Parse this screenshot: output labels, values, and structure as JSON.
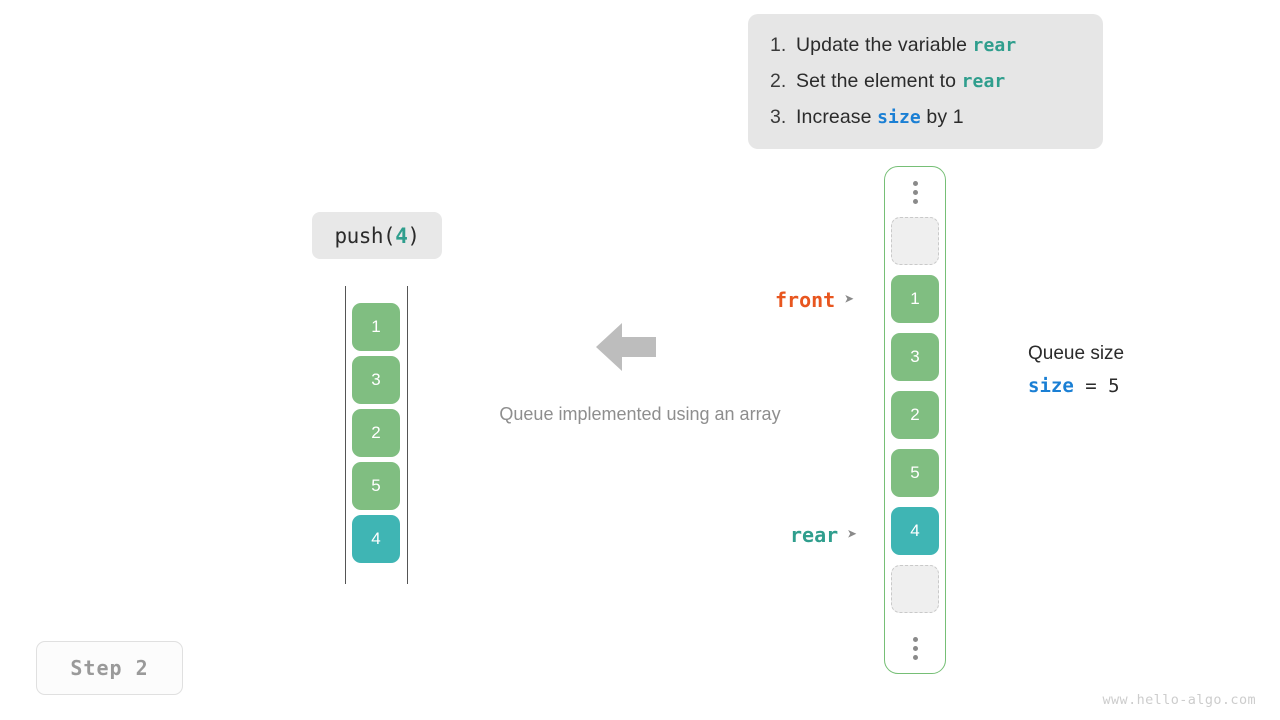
{
  "instructions": {
    "items": [
      {
        "num": "1.",
        "pre": "Update the variable ",
        "kw": "rear",
        "kw_kind": "rear",
        "post": ""
      },
      {
        "num": "2.",
        "pre": "Set the element to ",
        "kw": "rear",
        "kw_kind": "rear",
        "post": ""
      },
      {
        "num": "3.",
        "pre": "Increase ",
        "kw": "size",
        "kw_kind": "size",
        "post": " by 1"
      }
    ]
  },
  "operation": {
    "name": "push(",
    "arg": "4",
    "close": ")"
  },
  "left_array": {
    "values": [
      "1",
      "3",
      "2",
      "5",
      "4"
    ],
    "highlight_index": 4
  },
  "center": {
    "caption": "Queue implemented using an array",
    "arrow": "left-arrow-icon"
  },
  "pointers": {
    "front": {
      "label": "front",
      "arrow": "➤"
    },
    "rear": {
      "label": "rear",
      "arrow": "➤"
    }
  },
  "queue_column": {
    "top_dots": "vertical-dots-icon",
    "bottom_dots": "vertical-dots-icon",
    "slots": [
      {
        "value": "",
        "kind": "empty"
      },
      {
        "value": "1",
        "kind": "green"
      },
      {
        "value": "3",
        "kind": "green"
      },
      {
        "value": "2",
        "kind": "green"
      },
      {
        "value": "5",
        "kind": "green"
      },
      {
        "value": "4",
        "kind": "teal"
      },
      {
        "value": "",
        "kind": "empty"
      }
    ]
  },
  "queue_size": {
    "title": "Queue size",
    "var": "size",
    "equals": " = ",
    "value": "5"
  },
  "step": {
    "label": "Step 2"
  },
  "watermark": {
    "text": "www.hello-algo.com"
  },
  "colors": {
    "green": "#80be81",
    "teal": "#3fb5b4",
    "front": "#e8561f",
    "rear": "#2f9e8d",
    "size_blue": "#1a7fd4",
    "panel_bg": "#e6e6e6",
    "border_green": "#76bf76"
  }
}
